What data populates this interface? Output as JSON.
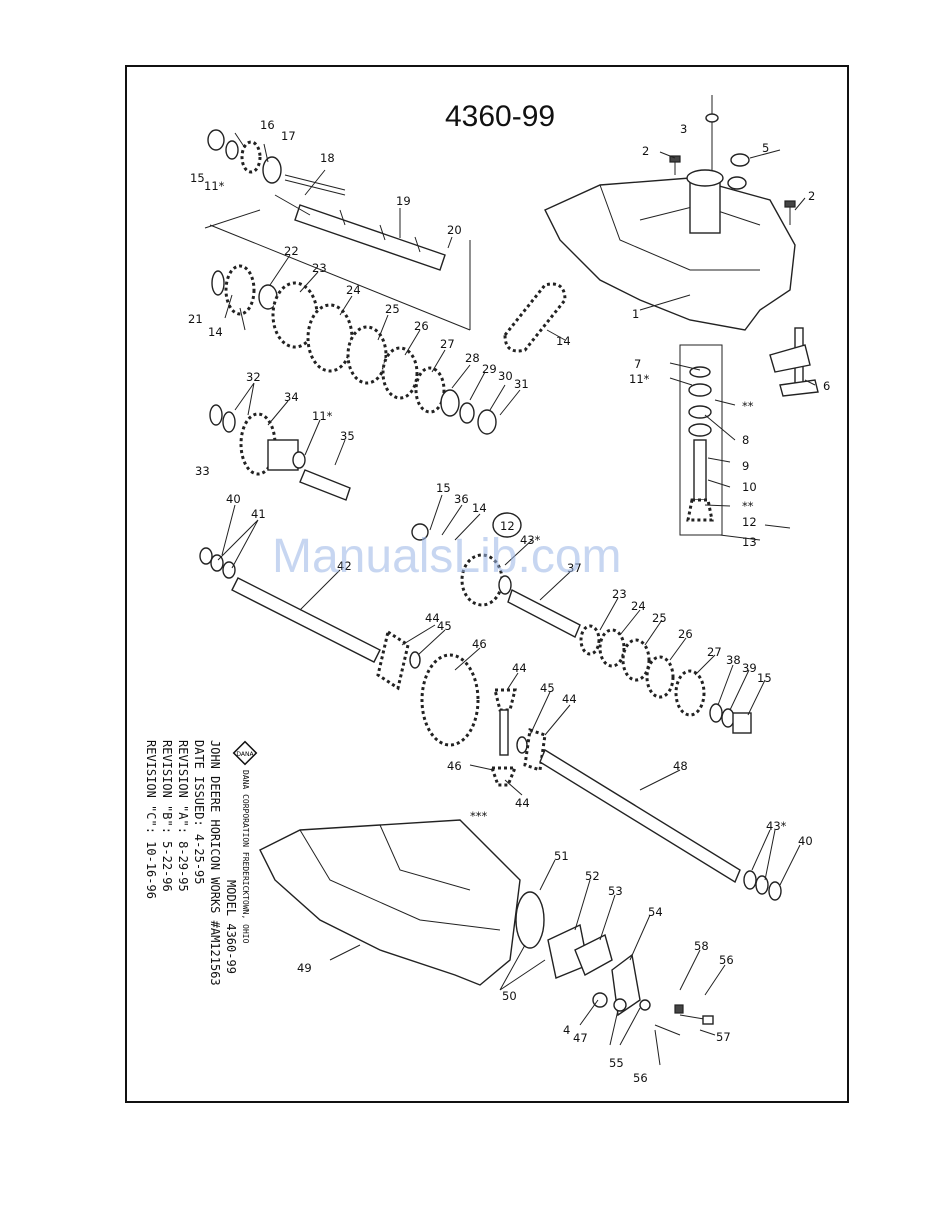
{
  "page": {
    "title": "4360-99",
    "watermark": "ManualsLib.com"
  },
  "logo": {
    "name": "DANA",
    "caption": "DANA CORPORATION FREDERICKTOWN, OHIO"
  },
  "revision_block": {
    "model": "MODEL 4360-99",
    "customer": "JOHN DEERE HORICON WORKS #AM121563",
    "date_issued": "DATE ISSUED: 4-25-95",
    "rev_a": "REVISION \"A\": 8-29-95",
    "rev_b": "REVISION \"B\": 5-22-96",
    "rev_c": "REVISION \"C\": 10-16-96"
  },
  "callouts": [
    {
      "id": "c1",
      "text": "1"
    },
    {
      "id": "c2a",
      "text": "2"
    },
    {
      "id": "c2b",
      "text": "2"
    },
    {
      "id": "c3",
      "text": "3"
    },
    {
      "id": "c4",
      "text": "4"
    },
    {
      "id": "c5",
      "text": "5"
    },
    {
      "id": "c6",
      "text": "6"
    },
    {
      "id": "c7",
      "text": "7"
    },
    {
      "id": "c8",
      "text": "8"
    },
    {
      "id": "c9",
      "text": "9"
    },
    {
      "id": "c10",
      "text": "10"
    },
    {
      "id": "c11a",
      "text": "11*"
    },
    {
      "id": "c11b",
      "text": "11*"
    },
    {
      "id": "c11c",
      "text": "11*"
    },
    {
      "id": "c12a",
      "text": "12"
    },
    {
      "id": "c12b",
      "text": "12"
    },
    {
      "id": "c13",
      "text": "13"
    },
    {
      "id": "c14a",
      "text": "14"
    },
    {
      "id": "c14b",
      "text": "14"
    },
    {
      "id": "c14c",
      "text": "14"
    },
    {
      "id": "c15a",
      "text": "15"
    },
    {
      "id": "c15b",
      "text": "15"
    },
    {
      "id": "c15c",
      "text": "15"
    },
    {
      "id": "c16",
      "text": "16"
    },
    {
      "id": "c17",
      "text": "17"
    },
    {
      "id": "c18",
      "text": "18"
    },
    {
      "id": "c19",
      "text": "19"
    },
    {
      "id": "c20",
      "text": "20"
    },
    {
      "id": "c21",
      "text": "21"
    },
    {
      "id": "c22",
      "text": "22"
    },
    {
      "id": "c23a",
      "text": "23"
    },
    {
      "id": "c23b",
      "text": "23"
    },
    {
      "id": "c24a",
      "text": "24"
    },
    {
      "id": "c24b",
      "text": "24"
    },
    {
      "id": "c25a",
      "text": "25"
    },
    {
      "id": "c25b",
      "text": "25"
    },
    {
      "id": "c26a",
      "text": "26"
    },
    {
      "id": "c26b",
      "text": "26"
    },
    {
      "id": "c27a",
      "text": "27"
    },
    {
      "id": "c27b",
      "text": "27"
    },
    {
      "id": "c28",
      "text": "28"
    },
    {
      "id": "c29",
      "text": "29"
    },
    {
      "id": "c30",
      "text": "30"
    },
    {
      "id": "c31",
      "text": "31"
    },
    {
      "id": "c32",
      "text": "32"
    },
    {
      "id": "c33",
      "text": "33"
    },
    {
      "id": "c34",
      "text": "34"
    },
    {
      "id": "c35",
      "text": "35"
    },
    {
      "id": "c36",
      "text": "36"
    },
    {
      "id": "c37",
      "text": "37"
    },
    {
      "id": "c38",
      "text": "38"
    },
    {
      "id": "c39",
      "text": "39"
    },
    {
      "id": "c40a",
      "text": "40"
    },
    {
      "id": "c40b",
      "text": "40"
    },
    {
      "id": "c41",
      "text": "41"
    },
    {
      "id": "c42",
      "text": "42"
    },
    {
      "id": "c43a",
      "text": "43*"
    },
    {
      "id": "c43b",
      "text": "43*"
    },
    {
      "id": "c44a",
      "text": "44"
    },
    {
      "id": "c44b",
      "text": "44"
    },
    {
      "id": "c44c",
      "text": "44"
    },
    {
      "id": "c44d",
      "text": "44"
    },
    {
      "id": "c45a",
      "text": "45"
    },
    {
      "id": "c45b",
      "text": "45"
    },
    {
      "id": "c46a",
      "text": "46"
    },
    {
      "id": "c46b",
      "text": "46"
    },
    {
      "id": "c47",
      "text": "47"
    },
    {
      "id": "c48",
      "text": "48"
    },
    {
      "id": "c49",
      "text": "49"
    },
    {
      "id": "c50",
      "text": "50"
    },
    {
      "id": "c51",
      "text": "51"
    },
    {
      "id": "c52",
      "text": "52"
    },
    {
      "id": "c53",
      "text": "53"
    },
    {
      "id": "c54",
      "text": "54"
    },
    {
      "id": "c55",
      "text": "55"
    },
    {
      "id": "c56a",
      "text": "56"
    },
    {
      "id": "c56b",
      "text": "56"
    },
    {
      "id": "c57",
      "text": "57"
    },
    {
      "id": "c58",
      "text": "58"
    },
    {
      "id": "cstar2a",
      "text": "**"
    },
    {
      "id": "cstar2b",
      "text": "**"
    },
    {
      "id": "cstar3",
      "text": "***"
    }
  ]
}
